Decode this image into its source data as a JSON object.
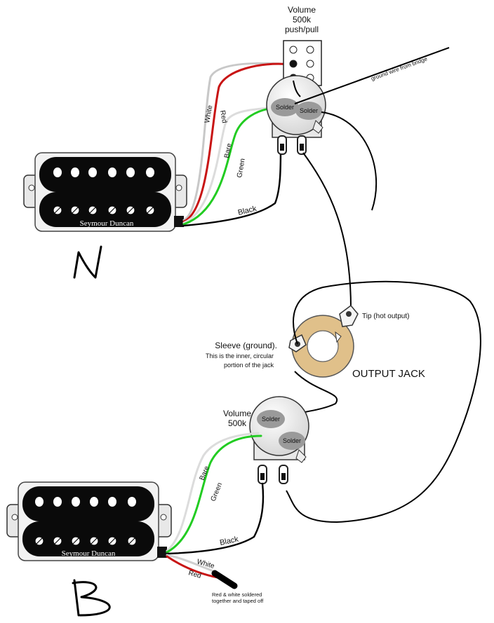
{
  "neck_volume": {
    "line1": "Volume",
    "line2": "500k",
    "line3": "push/pull"
  },
  "bridge_volume": {
    "line1": "Volume",
    "line2": "500k"
  },
  "solder_label": "Solder",
  "ground_wire": "ground wire from bridge",
  "neck_wires": {
    "white": "White",
    "red": "Red",
    "bare": "Bare",
    "green": "Green",
    "black": "Black"
  },
  "bridge_wires": {
    "bare": "Bare",
    "green": "Green",
    "black": "Black",
    "white": "White",
    "red": "Red"
  },
  "pickup_brand": "Seymour Duncan",
  "tip_label": "Tip (hot output)",
  "sleeve": {
    "line1": "Sleeve (ground).",
    "line2": "This is the inner, circular",
    "line3": "portion of the jack"
  },
  "output_jack": "OUTPUT JACK",
  "taped_note": {
    "line1": "Red & white soldered",
    "line2": "together and taped off"
  },
  "pickup_letters": {
    "neck": "N",
    "bridge": "B"
  },
  "colors": {
    "white_wire": "#cfcfcf",
    "red_wire": "#c81414",
    "bare_wire": "#dddddd",
    "green_wire": "#22cc22",
    "pickup_body": "#0a0a0a",
    "jack_ring": "#e0c08a"
  }
}
